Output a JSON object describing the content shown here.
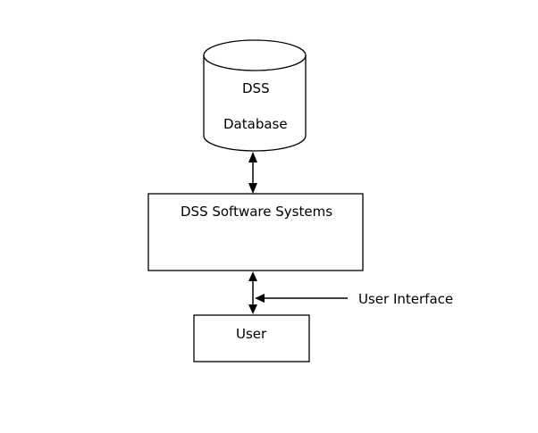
{
  "diagram": {
    "database": {
      "line1": "DSS",
      "line2": "Database"
    },
    "software": {
      "label": "DSS Software Systems"
    },
    "user": {
      "label": "User"
    },
    "interface": {
      "label": "User Interface"
    }
  }
}
